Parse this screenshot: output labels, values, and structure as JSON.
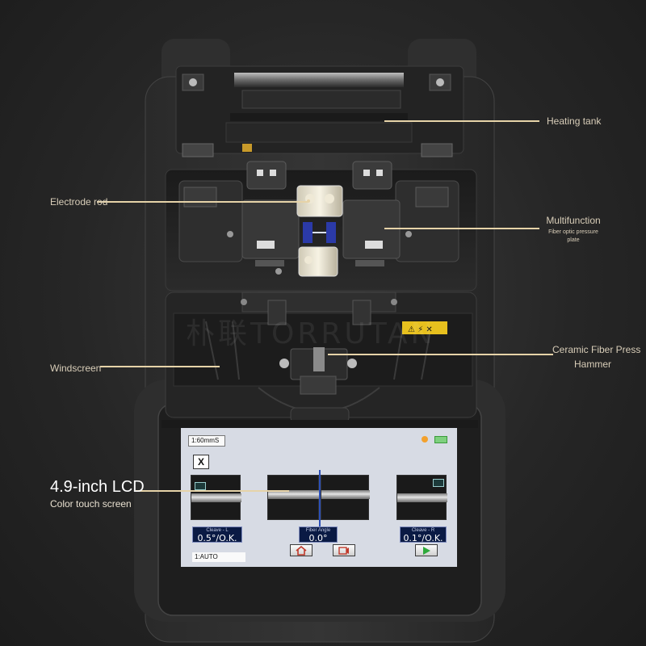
{
  "labels": {
    "heating_tank": "Heating tank",
    "electrode_rod": "Electrode rod",
    "multifunction": "Multifunction",
    "multifunction_sub_1": "Fiber optic pressure",
    "multifunction_sub_2": "plate",
    "windscreen": "Windscreen",
    "ceramic_1": "Ceramic Fiber Press",
    "ceramic_2": "Hammer",
    "lcd_title": "4.9-inch LCD",
    "lcd_sub": "Color touch screen"
  },
  "lcd": {
    "top_label": "1:60mmS",
    "close_label": "X",
    "cleave_l_caption": "Cleave - L",
    "cleave_l_value": "0.5°/O.K.",
    "fiber_angle_caption": "Fiber Angle",
    "fiber_angle_value": "0.0°",
    "cleave_r_caption": "Cleave - R",
    "cleave_r_value": "0.1°/O.K.",
    "mode_label": "1:AUTO",
    "icons": [
      "home-icon",
      "record-icon",
      "play-icon"
    ]
  },
  "device": {
    "watermark": "朴联TORRUTAN",
    "warning_sticker": "⚠"
  },
  "colors": {
    "callout_text": "#d8cdb8",
    "leader_line": "#e6d3a8",
    "lcd_screen": "#d7dbe4",
    "readout_bg": "#0a1a44"
  }
}
